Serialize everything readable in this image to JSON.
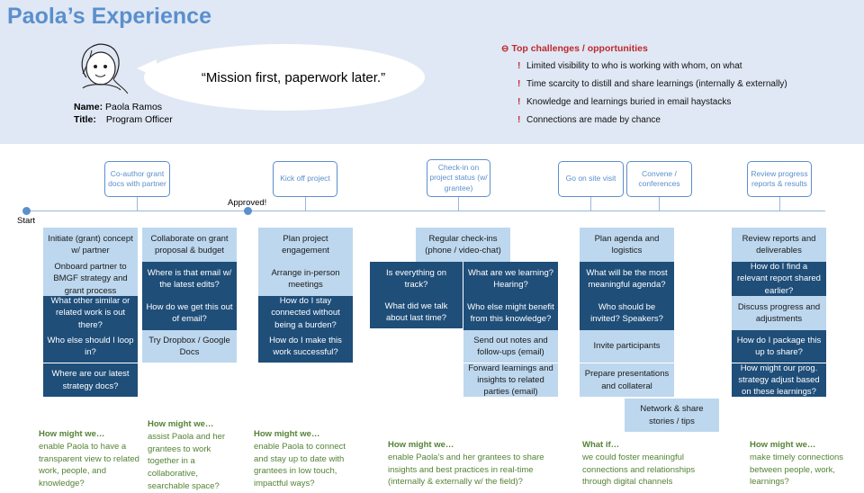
{
  "persona": {
    "page_title": "Paola’s Experience",
    "quote": "“Mission first, paperwork later.”",
    "name_label": "Name:",
    "name": "Paola Ramos",
    "title_label": "Title:",
    "title": "Program Officer"
  },
  "challenges": {
    "title": "Top challenges / opportunities",
    "title_icon": "⊖",
    "item_icon": "!",
    "items": [
      "Limited visibility to who is working with whom, on what",
      "Time scarcity to distill and share learnings (internally & externally)",
      "Knowledge and learnings buried in email haystacks",
      "Connections are made by chance"
    ]
  },
  "timeline": {
    "start": "Start",
    "approved": "Approved!",
    "milestones": [
      "Co-author grant docs with partner",
      "Kick off project",
      "Check-in on project status (w/ grantee)",
      "Go on site visit",
      "Convene / conferences",
      "Review progress reports & results"
    ]
  },
  "columns": [
    {
      "cards": [
        "Initiate (grant) concept w/ partner",
        "Onboard partner to BMGF strategy and grant process",
        "What other similar or related work is out there?",
        "Who else should I loop in?",
        "Where are our latest strategy docs?"
      ]
    },
    {
      "cards": [
        "Collaborate on grant proposal & budget",
        "Where is that email w/ the latest edits?",
        "How do we get this out of email?",
        "Try Dropbox / Google Docs"
      ]
    },
    {
      "cards": [
        "Plan project engagement",
        "Arrange in-person meetings",
        "How do I stay connected without being a burden?",
        "How do I make this work successful?"
      ]
    },
    {
      "cards": [
        "Regular check-ins (phone / video-chat)",
        "Is everything on track?",
        "What are we learning? Hearing?",
        "What did we talk about last time?",
        "Who else might benefit from this knowledge?",
        "Send out notes and follow-ups (email)",
        "Forward learnings and insights to related parties (email)"
      ]
    },
    {
      "cards": [
        "Plan agenda and logistics",
        "What will be the most meaningful agenda?",
        "Who should be invited? Speakers?",
        "Invite participants",
        "Prepare presentations and collateral",
        "Network & share stories / tips"
      ]
    },
    {
      "cards": [
        "Review reports and deliverables",
        "How do I find a relevant report shared earlier?",
        "Discuss progress and adjustments",
        "How do I package this up to share?",
        "How might our prog. strategy adjust based on these learnings?"
      ]
    }
  ],
  "hmw": [
    {
      "heading": "How might we…",
      "text": "enable Paola to have a transparent view to related work, people, and knowledge?"
    },
    {
      "heading": "How might we…",
      "text": "assist Paola and her grantees to work together in a collaborative, searchable space?"
    },
    {
      "heading": "How might we…",
      "text": "enable Paola to connect and stay up to date with grantees in low touch, impactful ways?"
    },
    {
      "heading": "How might we…",
      "text": "enable Paola’s and her grantees to share insights and best practices in real-time (internally & externally w/ the field)?"
    },
    {
      "heading": "What if…",
      "text": "we could foster meaningful connections and relationships through digital channels"
    },
    {
      "heading": "How might we…",
      "text": "make timely connections between people, work, learnings?"
    }
  ]
}
